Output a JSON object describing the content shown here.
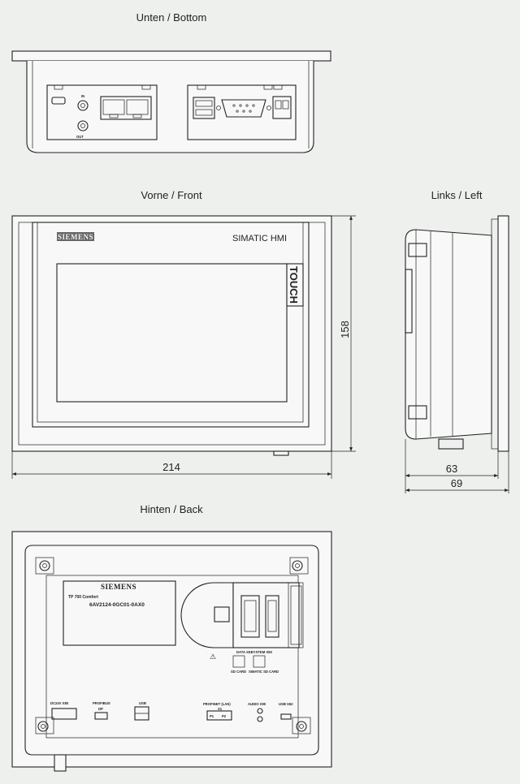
{
  "views": {
    "bottom_title": "Unten / Bottom",
    "front_title": "Vorne / Front",
    "left_title": "Links / Left",
    "back_title": "Hinten / Back"
  },
  "front": {
    "brand": "SIEMENS",
    "product_line": "SIMATIC HMI",
    "touch_label": "TOUCH"
  },
  "dimensions": {
    "width": "214",
    "height": "158",
    "depth_mounting": "63",
    "depth_total": "69"
  },
  "bottom": {
    "audio_in": "IN",
    "audio_out": "OUT"
  },
  "back": {
    "brand": "SIEMENS",
    "model": "TP 700 Comfort",
    "order_no": "6AV2124-0GC01-0AX0",
    "ports": {
      "power": "DC24V X80",
      "profibus": "PROFIBUS",
      "dp": "DP",
      "usb_main": "USB",
      "profinet": "PROFINET (LAN)",
      "x1": "X1",
      "p1": "P1",
      "p2": "P2",
      "audio": "AUDIO X90",
      "usb_mini": "USB X62",
      "data_card": "DATA X51",
      "sd_card": "SD CARD",
      "system_card": "SYSTEM X50",
      "simatic_sd": "SIMATIC SD CARD"
    }
  }
}
